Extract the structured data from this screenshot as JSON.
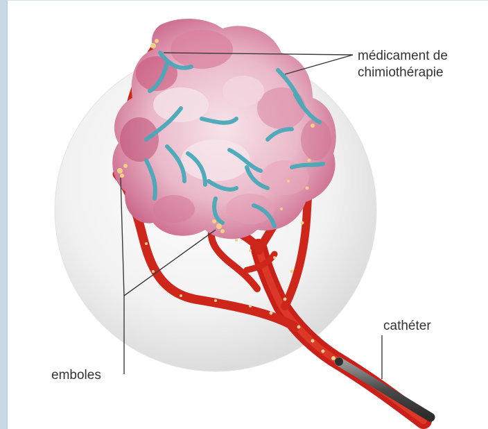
{
  "labels": {
    "drug_line1": "médicament de",
    "drug_line2": "chimiothérapie",
    "catheter": "cathéter",
    "emboli": "emboles"
  },
  "colors": {
    "vessel": "#d4281c",
    "vessel_light": "#ec5a40",
    "tumor_pink": "#e2a0b6",
    "tumor_dark": "#b9466f",
    "drug_cyan": "#49a9b8",
    "embolus": "#f3d08a",
    "catheter": "#5b5b5b",
    "sphere": "#e6e6e6"
  },
  "icons": [
    "tumor-illustration",
    "blood-vessel",
    "catheter-tube",
    "drug-channel",
    "embolus-particle"
  ]
}
